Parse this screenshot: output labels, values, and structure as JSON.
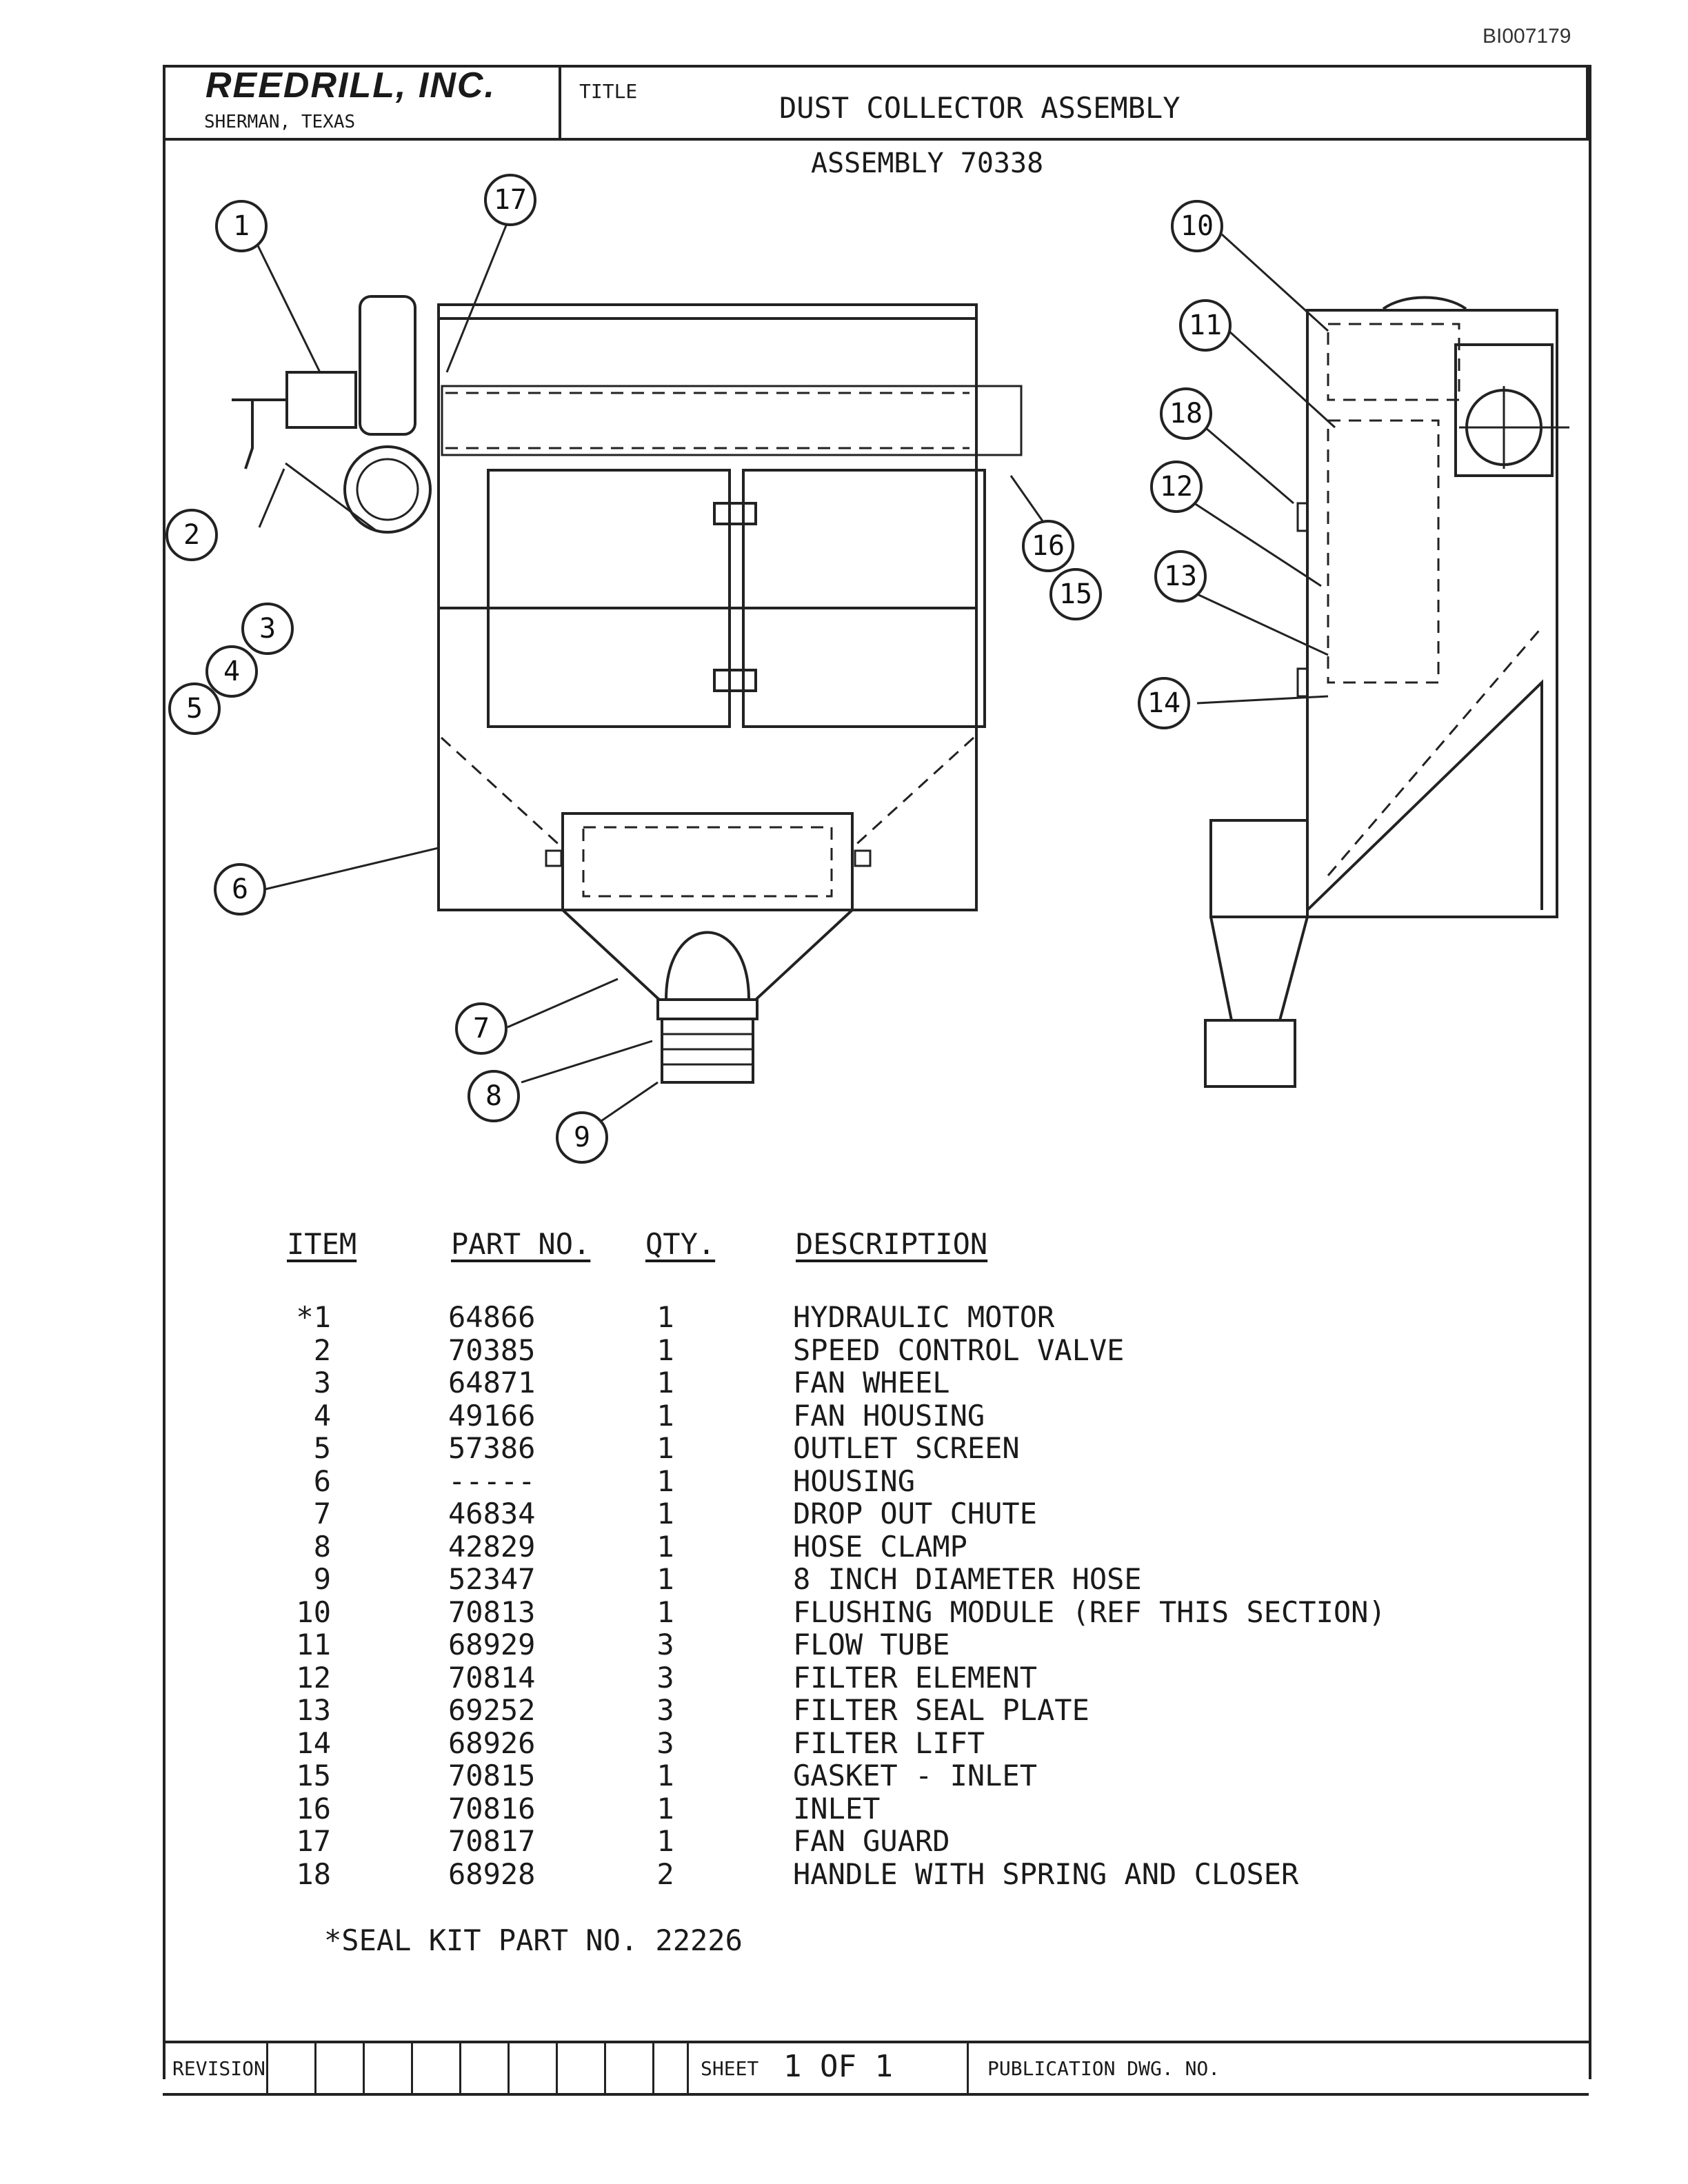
{
  "document_id": "BI007179",
  "title_block": {
    "company": "REEDRILL, INC.",
    "city": "SHERMAN, TEXAS",
    "title_label": "TITLE",
    "title": "DUST COLLECTOR ASSEMBLY"
  },
  "assembly": "ASSEMBLY 70338",
  "callouts": [
    "1",
    "2",
    "3",
    "4",
    "5",
    "6",
    "7",
    "8",
    "9",
    "10",
    "11",
    "18",
    "12",
    "13",
    "14",
    "16",
    "15",
    "17"
  ],
  "parts_table": {
    "headers": {
      "item": "ITEM",
      "part_no": "PART NO.",
      "qty": "QTY.",
      "description": "DESCRIPTION"
    },
    "rows": [
      {
        "item": "*1",
        "part_no": "64866",
        "qty": "1",
        "description": "HYDRAULIC MOTOR"
      },
      {
        "item": "2",
        "part_no": "70385",
        "qty": "1",
        "description": "SPEED CONTROL VALVE"
      },
      {
        "item": "3",
        "part_no": "64871",
        "qty": "1",
        "description": "FAN WHEEL"
      },
      {
        "item": "4",
        "part_no": "49166",
        "qty": "1",
        "description": "FAN HOUSING"
      },
      {
        "item": "5",
        "part_no": "57386",
        "qty": "1",
        "description": "OUTLET SCREEN"
      },
      {
        "item": "6",
        "part_no": "-----",
        "qty": "1",
        "description": "HOUSING"
      },
      {
        "item": "7",
        "part_no": "46834",
        "qty": "1",
        "description": "DROP OUT CHUTE"
      },
      {
        "item": "8",
        "part_no": "42829",
        "qty": "1",
        "description": "HOSE CLAMP"
      },
      {
        "item": "9",
        "part_no": "52347",
        "qty": "1",
        "description": "8 INCH DIAMETER HOSE"
      },
      {
        "item": "10",
        "part_no": "70813",
        "qty": "1",
        "description": "FLUSHING MODULE (REF THIS SECTION)"
      },
      {
        "item": "11",
        "part_no": "68929",
        "qty": "3",
        "description": "FLOW TUBE"
      },
      {
        "item": "12",
        "part_no": "70814",
        "qty": "3",
        "description": "FILTER ELEMENT"
      },
      {
        "item": "13",
        "part_no": "69252",
        "qty": "3",
        "description": "FILTER SEAL PLATE"
      },
      {
        "item": "14",
        "part_no": "68926",
        "qty": "3",
        "description": "FILTER LIFT"
      },
      {
        "item": "15",
        "part_no": "70815",
        "qty": "1",
        "description": "GASKET - INLET"
      },
      {
        "item": "16",
        "part_no": "70816",
        "qty": "1",
        "description": "INLET"
      },
      {
        "item": "17",
        "part_no": "70817",
        "qty": "1",
        "description": "FAN GUARD"
      },
      {
        "item": "18",
        "part_no": "68928",
        "qty": "2",
        "description": "HANDLE WITH SPRING AND CLOSER"
      }
    ]
  },
  "seal_kit_note": "*SEAL KIT PART NO. 22226",
  "footer": {
    "revision_label": "REVISION",
    "sheet_label": "SHEET",
    "sheet_value": "1 OF 1",
    "publication_label": "PUBLICATION DWG. NO."
  }
}
